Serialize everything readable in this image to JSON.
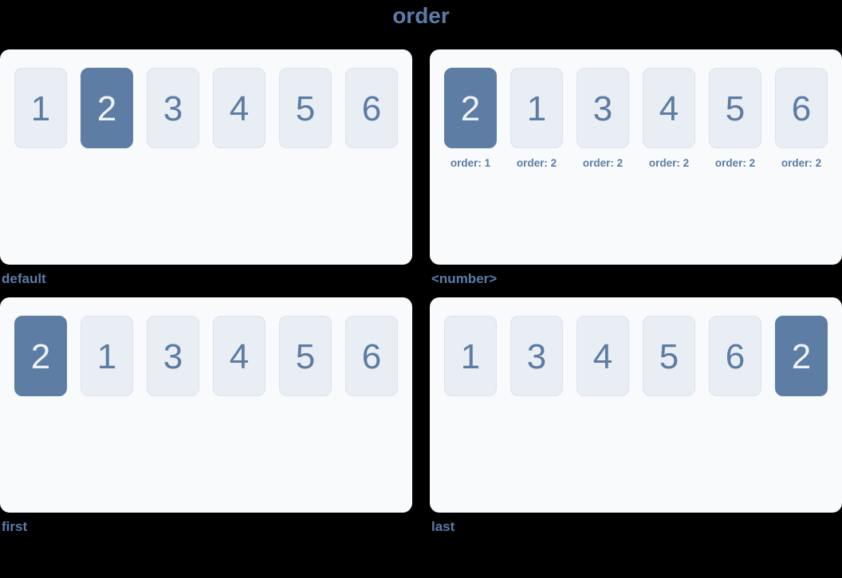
{
  "page": {
    "title": "order"
  },
  "colors": {
    "background": "#000000",
    "panel_bg": "#f8fafc",
    "item_bg": "#e9edf4",
    "item_border": "#dce2ee",
    "item_text": "#5b7ca3",
    "highlight_bg": "#5d7da4",
    "highlight_text": "#eef2f8",
    "heading_text": "#5b7da9"
  },
  "figures": [
    {
      "caption": "default",
      "items": [
        {
          "label": "1",
          "highlighted": false
        },
        {
          "label": "2",
          "highlighted": true
        },
        {
          "label": "3",
          "highlighted": false
        },
        {
          "label": "4",
          "highlighted": false
        },
        {
          "label": "5",
          "highlighted": false
        },
        {
          "label": "6",
          "highlighted": false
        }
      ]
    },
    {
      "caption": "<number>",
      "items": [
        {
          "label": "2",
          "highlighted": true,
          "sub": "order: 1"
        },
        {
          "label": "1",
          "highlighted": false,
          "sub": "order: 2"
        },
        {
          "label": "3",
          "highlighted": false,
          "sub": "order: 2"
        },
        {
          "label": "4",
          "highlighted": false,
          "sub": "order: 2"
        },
        {
          "label": "5",
          "highlighted": false,
          "sub": "order: 2"
        },
        {
          "label": "6",
          "highlighted": false,
          "sub": "order: 2"
        }
      ]
    },
    {
      "caption": "first",
      "items": [
        {
          "label": "2",
          "highlighted": true
        },
        {
          "label": "1",
          "highlighted": false
        },
        {
          "label": "3",
          "highlighted": false
        },
        {
          "label": "4",
          "highlighted": false
        },
        {
          "label": "5",
          "highlighted": false
        },
        {
          "label": "6",
          "highlighted": false
        }
      ]
    },
    {
      "caption": "last",
      "items": [
        {
          "label": "1",
          "highlighted": false
        },
        {
          "label": "3",
          "highlighted": false
        },
        {
          "label": "4",
          "highlighted": false
        },
        {
          "label": "5",
          "highlighted": false
        },
        {
          "label": "6",
          "highlighted": false
        },
        {
          "label": "2",
          "highlighted": true
        }
      ]
    }
  ]
}
